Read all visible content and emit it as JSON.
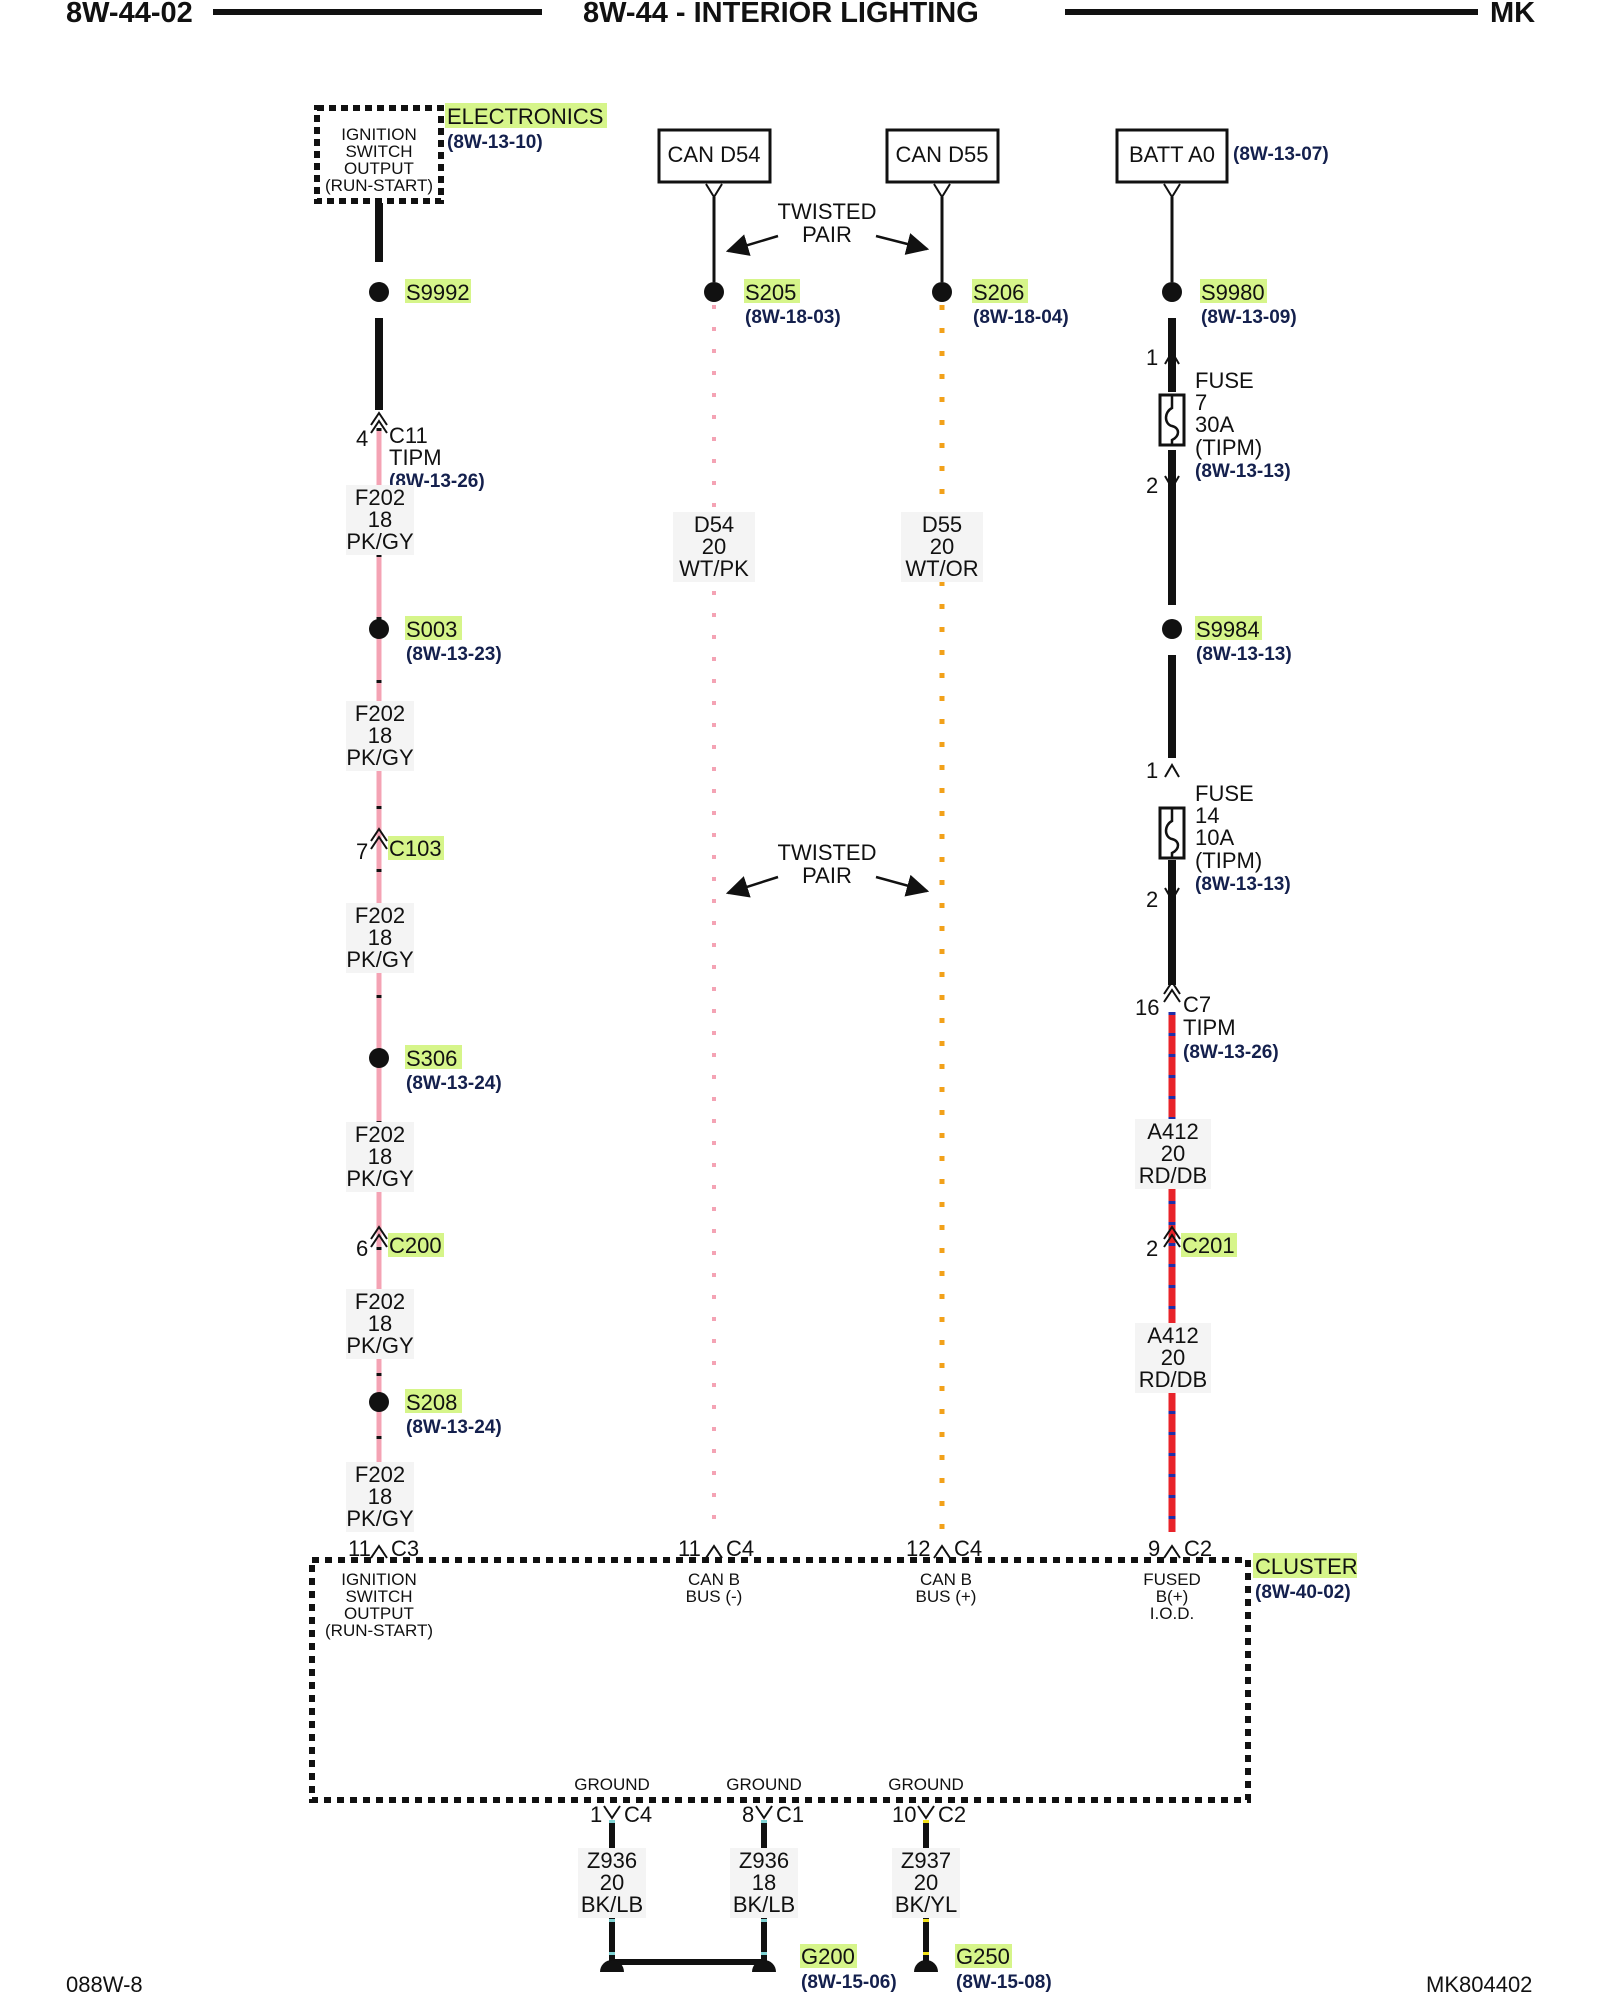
{
  "header": {
    "left": "8W-44-02",
    "center": "8W-44 - INTERIOR LIGHTING",
    "right": "MK"
  },
  "footer": {
    "left": "088W-8",
    "right": "MK804402"
  },
  "colors": {
    "highlight": "#d6f58a",
    "pk_gy": "#f4a3b4",
    "wt_or": "#f2a11a",
    "rd_db": "#e8232a",
    "db": "#1f2fa8",
    "bk": "#111111",
    "lb": "#7fd3d3",
    "yl": "#f3e21a"
  },
  "modules": {
    "electronics": {
      "name": "ELECTRONICS",
      "ref": "(8W-13-10)",
      "desc": [
        "IGNITION",
        "SWITCH",
        "OUTPUT",
        "(RUN-START)"
      ]
    },
    "can_d54": "CAN D54",
    "can_d55": "CAN D55",
    "batt_a0": {
      "name": "BATT A0",
      "ref": "(8W-13-07)"
    },
    "cluster": {
      "name": "CLUSTER",
      "ref": "(8W-40-02)"
    }
  },
  "twisted_pair": [
    "TWISTED",
    "PAIR"
  ],
  "splices": {
    "s9992": {
      "name": "S9992"
    },
    "s205": {
      "name": "S205",
      "ref": "(8W-18-03)"
    },
    "s206": {
      "name": "S206",
      "ref": "(8W-18-04)"
    },
    "s9980": {
      "name": "S9980",
      "ref": "(8W-13-09)"
    },
    "s003": {
      "name": "S003",
      "ref": "(8W-13-23)"
    },
    "s9984": {
      "name": "S9984",
      "ref": "(8W-13-13)"
    },
    "s306": {
      "name": "S306",
      "ref": "(8W-13-24)"
    },
    "s208": {
      "name": "S208",
      "ref": "(8W-13-24)"
    }
  },
  "connectors": {
    "c11": {
      "pin": "4",
      "name": "C11",
      "sub": "TIPM",
      "ref": "(8W-13-26)"
    },
    "c103": {
      "pin": "7",
      "name": "C103"
    },
    "c200": {
      "pin": "6",
      "name": "C200"
    },
    "c7": {
      "pin": "16",
      "name": "C7",
      "sub": "TIPM",
      "ref": "(8W-13-26)"
    },
    "c201": {
      "pin": "2",
      "name": "C201"
    },
    "cl_c3": {
      "pin": "11",
      "name": "C3"
    },
    "cl_c4a": {
      "pin": "11",
      "name": "C4"
    },
    "cl_c4b": {
      "pin": "12",
      "name": "C4"
    },
    "cl_c2": {
      "pin": "9",
      "name": "C2"
    },
    "gnd_c4": {
      "pin": "1",
      "name": "C4"
    },
    "gnd_c1": {
      "pin": "8",
      "name": "C1"
    },
    "gnd_c2": {
      "pin": "10",
      "name": "C2"
    }
  },
  "fuses": {
    "f7": {
      "pin_in": "1",
      "pin_out": "2",
      "lines": [
        "FUSE",
        "7",
        "30A",
        "(TIPM)"
      ],
      "ref": "(8W-13-13)"
    },
    "f14": {
      "pin_in": "1",
      "pin_out": "2",
      "lines": [
        "FUSE",
        "14",
        "10A",
        "(TIPM)"
      ],
      "ref": "(8W-13-13)"
    }
  },
  "wires": {
    "f202": [
      "F202",
      "18",
      "PK/GY"
    ],
    "d54": [
      "D54",
      "20",
      "WT/PK"
    ],
    "d55": [
      "D55",
      "20",
      "WT/OR"
    ],
    "a412": [
      "A412",
      "20",
      "RD/DB"
    ],
    "z936_20": [
      "Z936",
      "20",
      "BK/LB"
    ],
    "z936_18": [
      "Z936",
      "18",
      "BK/LB"
    ],
    "z937": [
      "Z937",
      "20",
      "BK/YL"
    ]
  },
  "cluster_pins": {
    "ign": [
      "IGNITION",
      "SWITCH",
      "OUTPUT",
      "(RUN-START)"
    ],
    "canb_minus": [
      "CAN B",
      "BUS (-)"
    ],
    "canb_plus": [
      "CAN B",
      "BUS (+)"
    ],
    "fused": [
      "FUSED",
      "B(+)",
      "I.O.D."
    ],
    "ground": "GROUND"
  },
  "grounds": {
    "g200": {
      "name": "G200",
      "ref": "(8W-15-06)"
    },
    "g250": {
      "name": "G250",
      "ref": "(8W-15-08)"
    }
  }
}
